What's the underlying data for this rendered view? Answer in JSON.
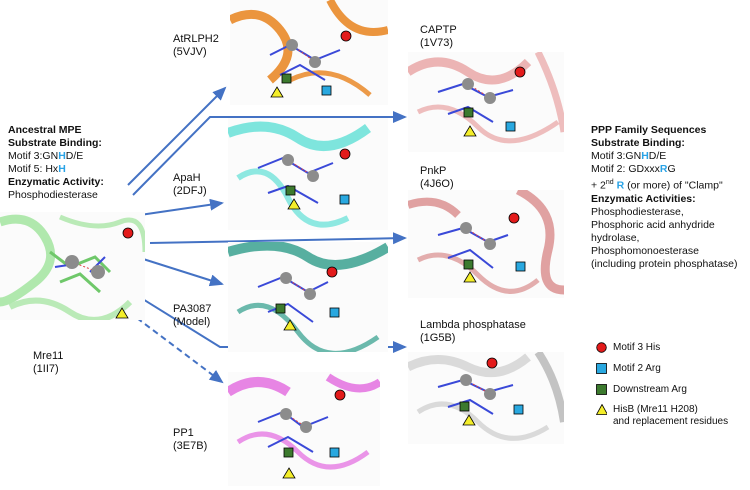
{
  "ancestral": {
    "title": "Ancestral MPE",
    "substrate_heading": "Substrate Binding:",
    "motif3_prefix": "Motif 3:GN",
    "motif3_hl": "H",
    "motif3_suffix": "D/E",
    "motif5_prefix": "Motif 5: Hx",
    "motif5_hl": "H",
    "enzymatic_heading": "Enzymatic Activity:",
    "activity": "Phosphodiesterase"
  },
  "structures": {
    "mre11": {
      "name": "Mre11",
      "pdb": "(1II7)"
    },
    "atrlph2": {
      "name": "AtRLPH2",
      "pdb": "(5VJV)"
    },
    "apah": {
      "name": "ApaH",
      "pdb": "(2DFJ)"
    },
    "pa3087": {
      "name": "PA3087",
      "pdb": "(Model)"
    },
    "pp1": {
      "name": "PP1",
      "pdb": "(3E7B)"
    },
    "captp": {
      "name": "CAPTP",
      "pdb": "(1V73)"
    },
    "pnkp": {
      "name": "PnkP",
      "pdb": "(4J6O)"
    },
    "lambda": {
      "name": "Lambda phosphatase",
      "pdb": "(1G5B)"
    }
  },
  "ppp": {
    "title": "PPP Family Sequences",
    "substrate_heading": "Substrate Binding:",
    "motif3_prefix": "Motif 3:GN",
    "motif3_hl": "H",
    "motif3_suffix": "D/E",
    "motif2_prefix": "Motif 2: GDxxx",
    "motif2_hl": "R",
    "motif2_suffix": "G",
    "clamp_prefix": "+ 2",
    "clamp_sup": "nd",
    "clamp_hl": "R",
    "clamp_suffix": " (or more) of \"Clamp\"",
    "enzymatic_heading": "Enzymatic Activities:",
    "activities": [
      "Phosphodiesterase,",
      "Phosphoric acid anhydride",
      "hydrolase,",
      "Phosphomonoesterase",
      "(including protein phosphatase)"
    ]
  },
  "legend": [
    {
      "shape": "circle",
      "label": "Motif 3 His"
    },
    {
      "shape": "square-blue",
      "label": "Motif 2 Arg"
    },
    {
      "shape": "square-green",
      "label": "Downstream Arg"
    },
    {
      "shape": "triangle",
      "label": "HisB (Mre11 H208)",
      "label2": "and replacement residues"
    }
  ],
  "colors": {
    "mre11": "#9ee39a",
    "atrlph2": "#e8821c",
    "apah": "#5fe0d6",
    "pa3087": "#2e9c8a",
    "pp1": "#e268df",
    "captp": "#e8a3a3",
    "pnkp": "#d98b8b",
    "lambda": "#d6d6d6",
    "arrow": "#4472c4",
    "motif3_marker": "#e31b1b",
    "motif2_marker": "#29a8e0",
    "downstream_marker": "#3c7a2e",
    "hisb_marker": "#f4ee2a",
    "highlight_text": "#2aa3e6"
  }
}
